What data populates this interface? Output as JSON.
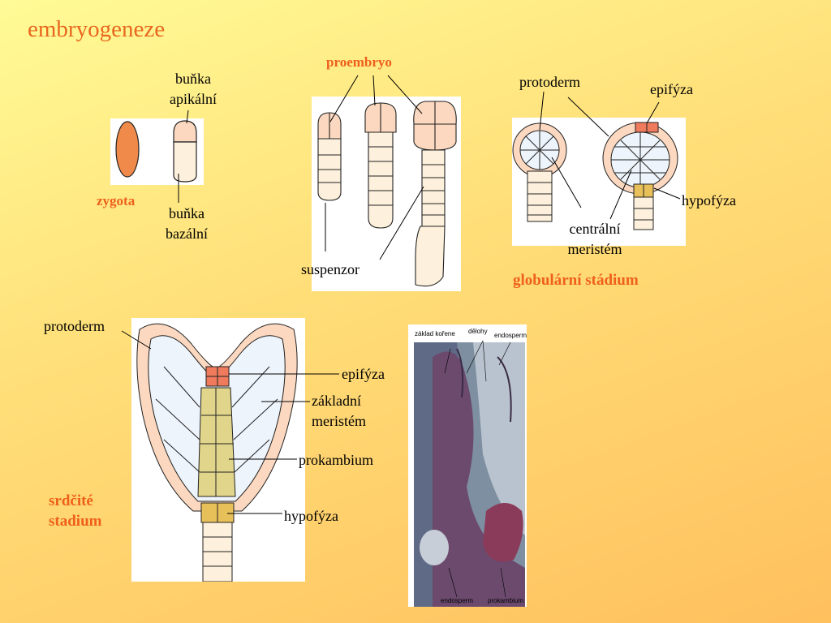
{
  "title": "embryogeneze",
  "labels": {
    "bunka_apikalni": "buňka\napikální",
    "bunka_bazalni": "buňka\nbazální",
    "zygota": "zygota",
    "proembryo": "proembryo",
    "suspenzor": "suspenzor",
    "protoderm_top": "protoderm",
    "epifyza_top": "epifýza",
    "hypofyza_top": "hypofýza",
    "centralni_meristem": "centrální\nmeristém",
    "globularni_stadium": "globulární stádium",
    "protoderm_bottom": "protoderm",
    "epifyza_bottom": "epifýza",
    "zakladni_meristem": "základní\nmeristém",
    "prokambium": "prokambium",
    "hypofyza_bottom": "hypofýza",
    "srdcite_stadium": "srdčité\nstadium"
  },
  "micrograph_labels": {
    "zaklad_korene": "základ kořene",
    "delohy": "dělohy",
    "endosperm_top": "endosperm",
    "endosperm_bottom": "endosperm",
    "prokambium": "prokambium"
  },
  "colors": {
    "accent": "#ee5f1b",
    "zygote": "#f08a4b",
    "cell_pale": "#fdf0dc",
    "cell_peach": "#fbd8bf",
    "cell_red": "#ef7a5c",
    "cell_yellow": "#e0d58a",
    "cell_gold": "#e8c05a"
  }
}
